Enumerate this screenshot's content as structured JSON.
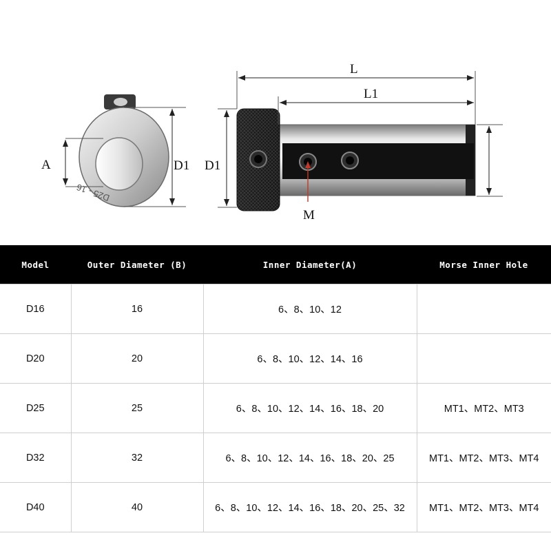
{
  "figure": {
    "labels": {
      "a": "A",
      "d1_front": "D1",
      "d1_side": "D1",
      "l": "L",
      "l1": "L1",
      "m": "M"
    },
    "engraving": "D25 - 16"
  },
  "table": {
    "headers": [
      "Model",
      "Outer Diameter (B)",
      "Inner Diameter(A)",
      "Morse Inner Hole"
    ],
    "rows": [
      {
        "model": "D16",
        "outer": "16",
        "inner": "6、8、10、12",
        "morse": ""
      },
      {
        "model": "D20",
        "outer": "20",
        "inner": "6、8、10、12、14、16",
        "morse": ""
      },
      {
        "model": "D25",
        "outer": "25",
        "inner": "6、8、10、12、14、16、18、20",
        "morse": "MT1、MT2、MT3"
      },
      {
        "model": "D32",
        "outer": "32",
        "inner": "6、8、10、12、14、16、18、20、25",
        "morse": "MT1、MT2、MT3、MT4"
      },
      {
        "model": "D40",
        "outer": "40",
        "inner": "6、8、10、12、14、16、18、20、25、32",
        "morse": "MT1、MT2、MT3、MT4"
      }
    ]
  }
}
